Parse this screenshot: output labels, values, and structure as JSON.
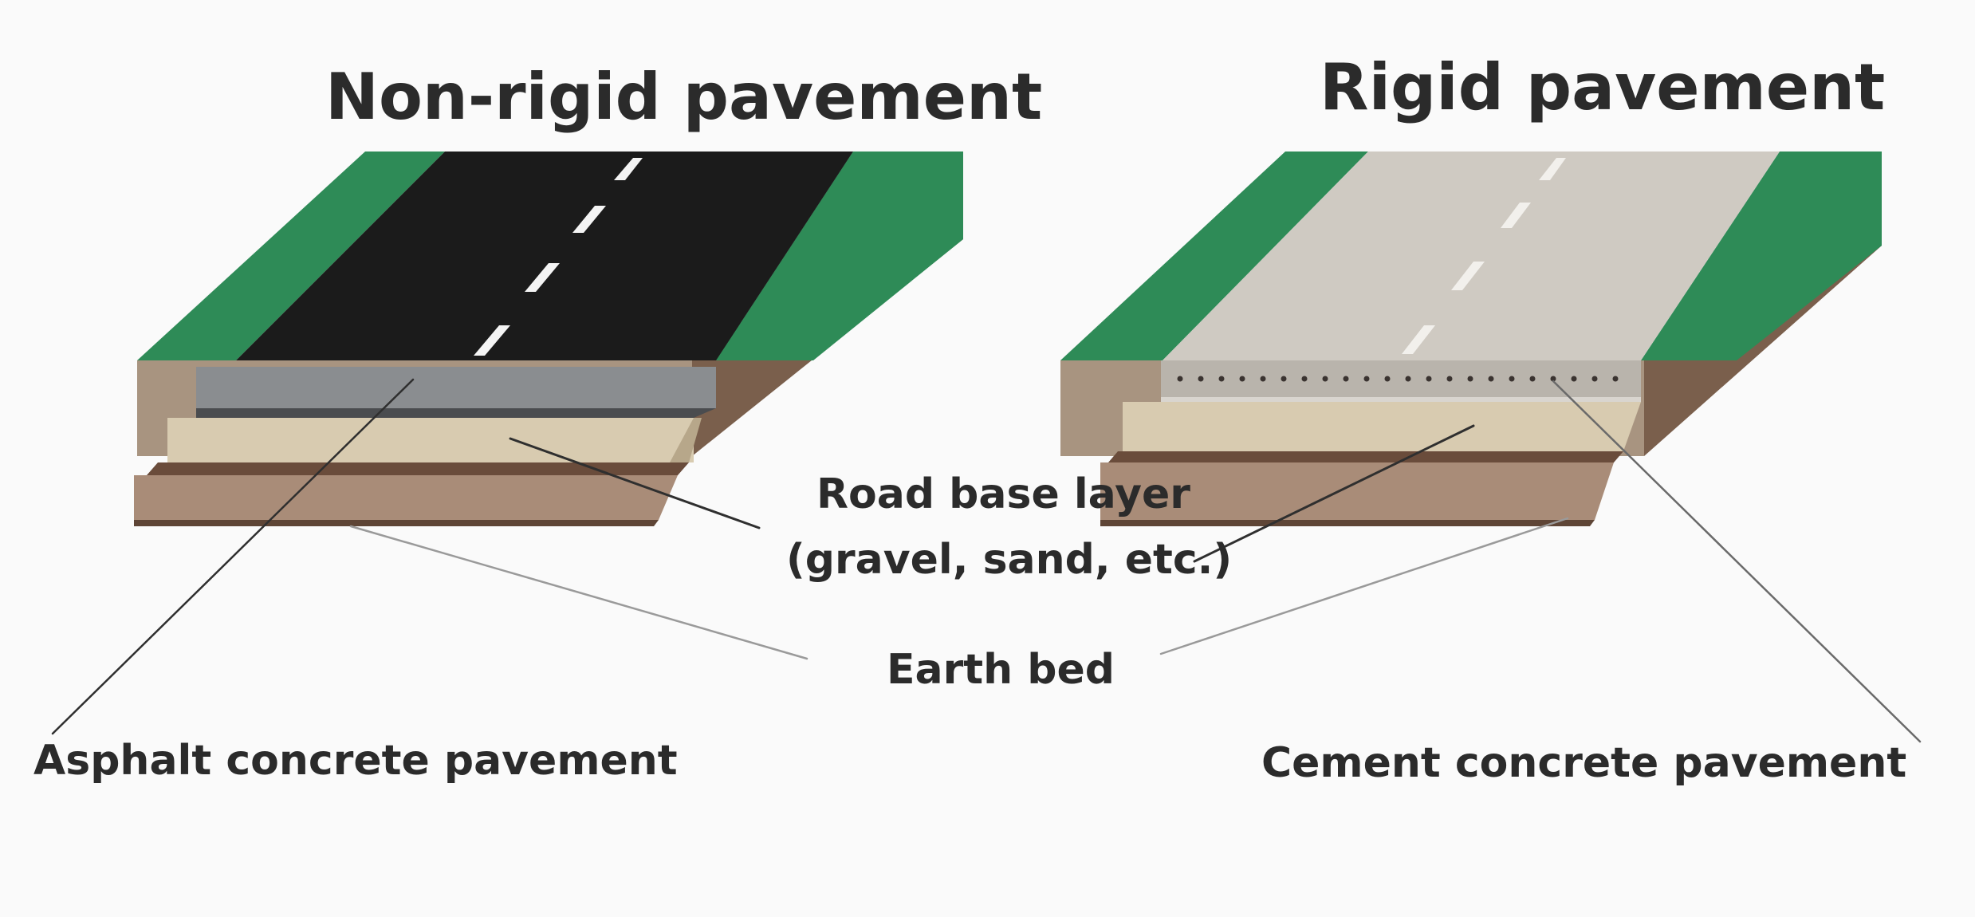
{
  "titles": {
    "left": "Non-rigid pavement",
    "right": "Rigid pavement"
  },
  "callouts": {
    "road_base_line1": "Road base layer",
    "road_base_line2": "(gravel, sand, etc.)",
    "earth_bed": "Earth bed",
    "asphalt": "Asphalt concrete pavement",
    "cement": "Cement concrete pavement"
  },
  "colors": {
    "grass": "#2e8b57",
    "grass_dark": "#1f6b3f",
    "soil_front": "#a89480",
    "soil_side": "#7a5f4c",
    "asphalt_top": "#1b1b1b",
    "asphalt_layer": "#8a8d90",
    "cement_top": "#cfcac2",
    "cement_layer": "#b9b4ac",
    "base_layer": "#d8cbb0",
    "earth_layer": "#a98c78",
    "text": "#2b2b2b",
    "leader": "#3a3a3a"
  }
}
